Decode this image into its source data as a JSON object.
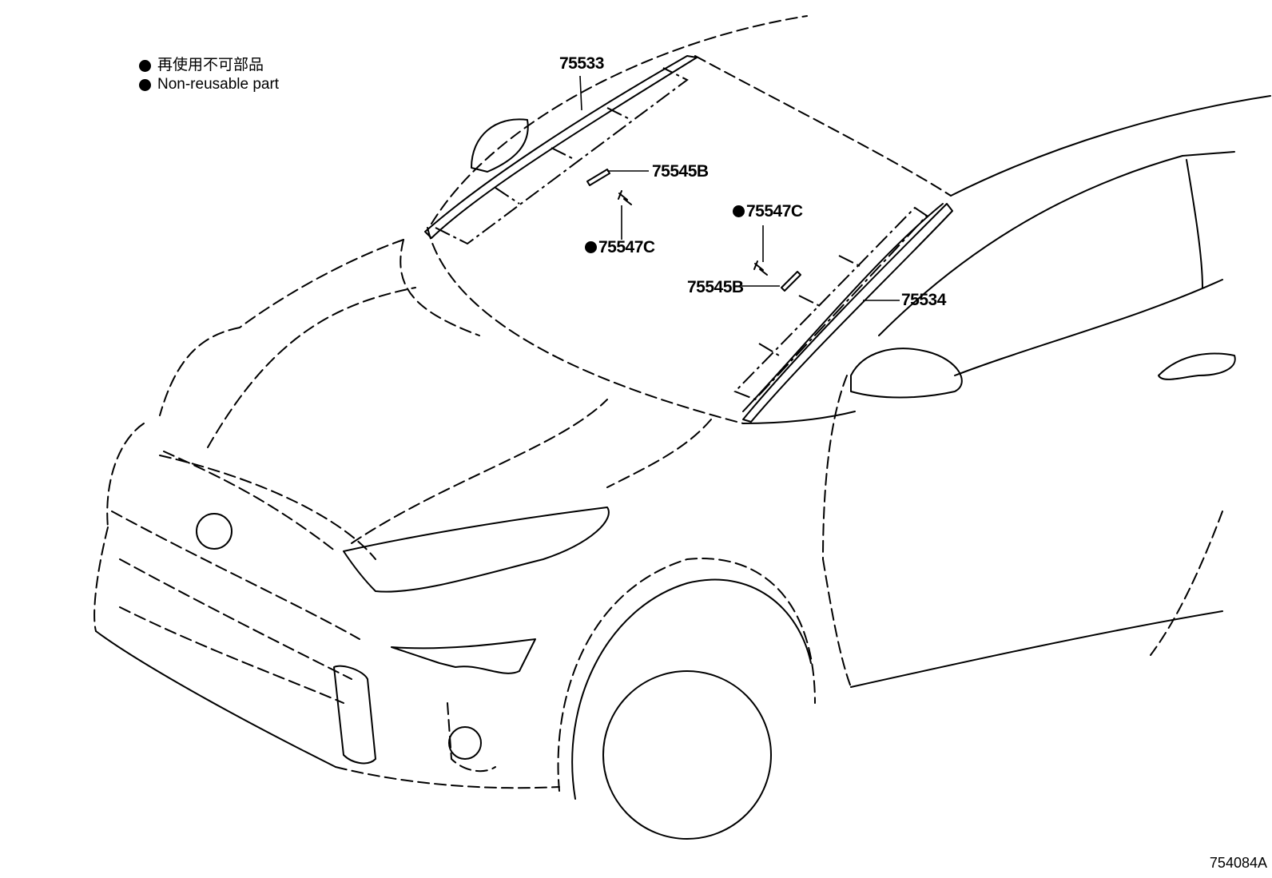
{
  "legend": {
    "line_ja": "再使用不可部品",
    "line_en": "Non-reusable part"
  },
  "parts": {
    "molding_left": "75533",
    "molding_right": "75534",
    "clip_left": "75545B",
    "clip_right": "75545B",
    "nonreusable_clip_left": "75547C",
    "nonreusable_clip_right": "75547C"
  },
  "figure_id": "754084A"
}
